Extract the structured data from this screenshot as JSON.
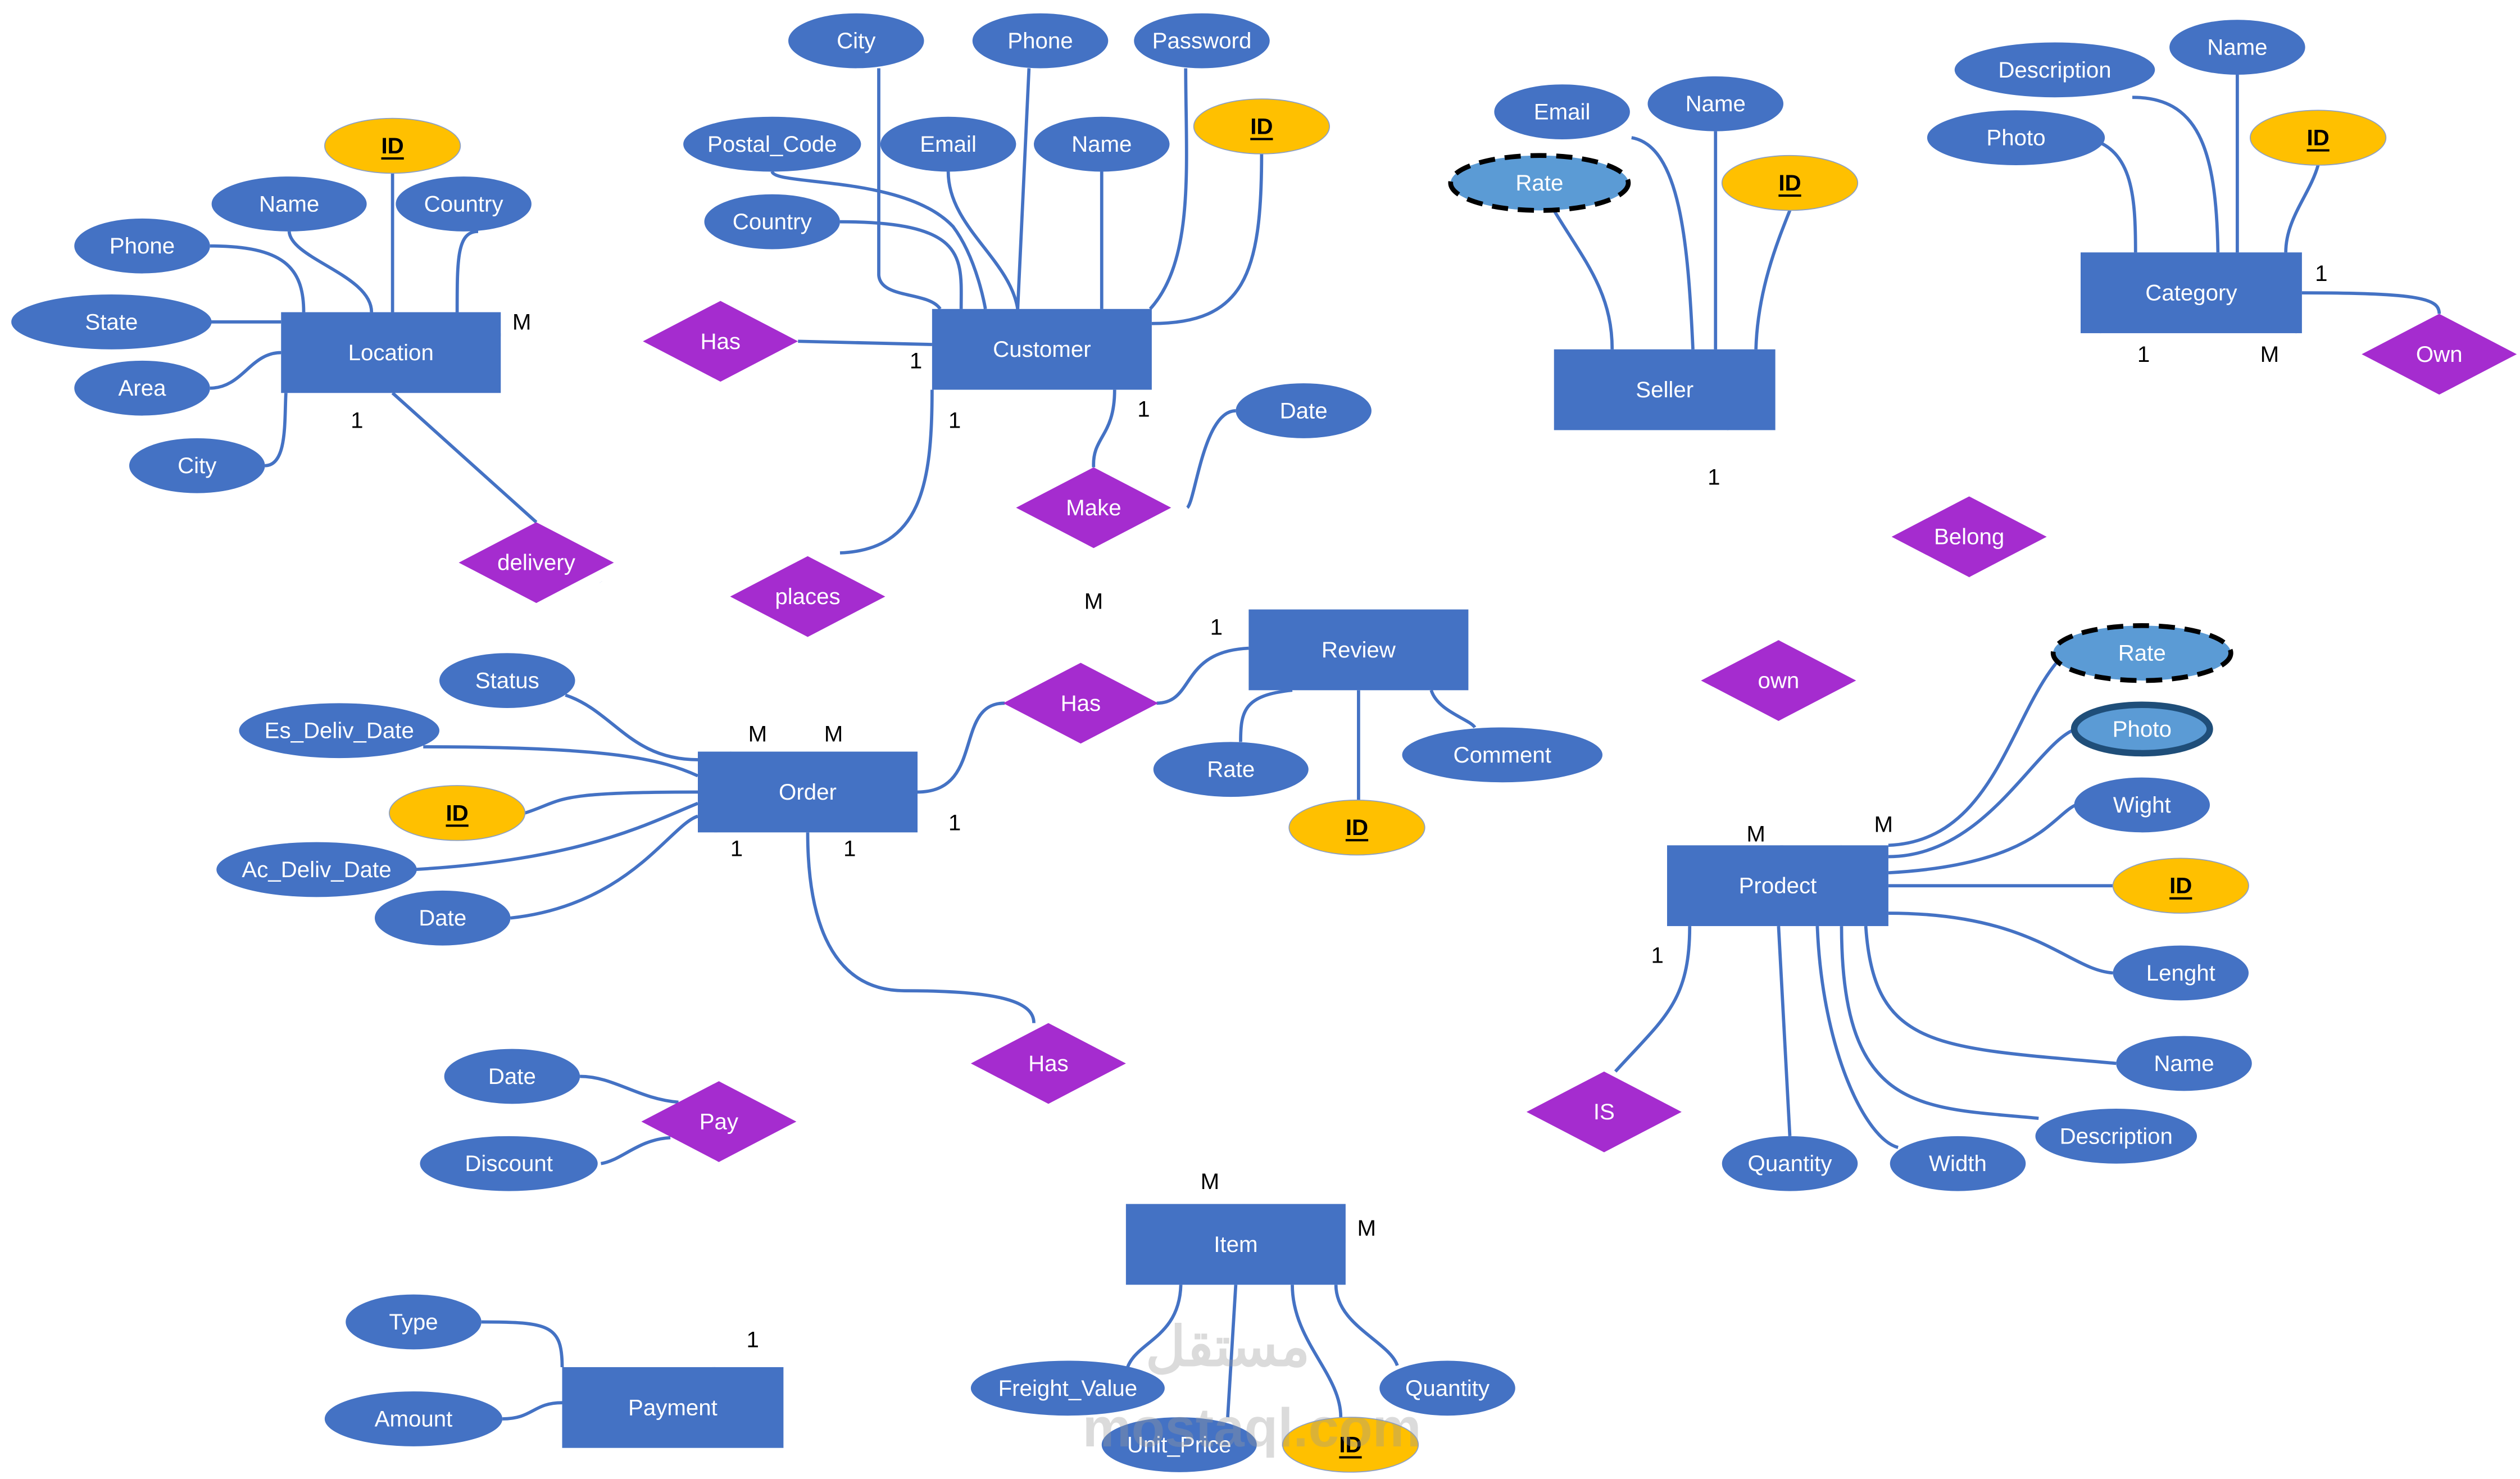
{
  "diagram": {
    "title": "E-commerce ER Diagram",
    "colors": {
      "entity": "#4472c4",
      "attribute": "#4472c4",
      "key_attribute": "#ffc000",
      "derived_attribute": "#5b9bd5",
      "multivalued_border": "#1f4e79",
      "relationship": "#a52ccf",
      "line": "#4472c4",
      "text": "#ffffff"
    },
    "watermark": {
      "line1": "مستقل",
      "line2": "mostaql.com"
    },
    "entities": [
      {
        "id": "location",
        "label": "Location"
      },
      {
        "id": "customer",
        "label": "Customer"
      },
      {
        "id": "seller",
        "label": "Seller"
      },
      {
        "id": "category",
        "label": "Category"
      },
      {
        "id": "order",
        "label": "Order"
      },
      {
        "id": "review",
        "label": "Review"
      },
      {
        "id": "product",
        "label": "Prodect"
      },
      {
        "id": "payment",
        "label": "Payment"
      },
      {
        "id": "item",
        "label": "Item"
      }
    ],
    "relationships": [
      {
        "id": "has_loc_cust",
        "label": "Has"
      },
      {
        "id": "delivery",
        "label": "delivery"
      },
      {
        "id": "places",
        "label": "places"
      },
      {
        "id": "make",
        "label": "Make"
      },
      {
        "id": "has_order_review",
        "label": "Has"
      },
      {
        "id": "has_order_item",
        "label": "Has"
      },
      {
        "id": "pay",
        "label": "Pay"
      },
      {
        "id": "is",
        "label": "IS"
      },
      {
        "id": "own_seller",
        "label": "own"
      },
      {
        "id": "belong",
        "label": "Belong"
      },
      {
        "id": "own_category",
        "label": "Own"
      }
    ],
    "attributes": [
      {
        "id": "loc_id",
        "label": "ID",
        "owner": "Location",
        "kind": "key"
      },
      {
        "id": "loc_name",
        "label": "Name",
        "owner": "Location",
        "kind": "simple"
      },
      {
        "id": "loc_country",
        "label": "Country",
        "owner": "Location",
        "kind": "simple"
      },
      {
        "id": "loc_phone",
        "label": "Phone",
        "owner": "Location",
        "kind": "simple"
      },
      {
        "id": "loc_state",
        "label": "State",
        "owner": "Location",
        "kind": "simple"
      },
      {
        "id": "loc_area",
        "label": "Area",
        "owner": "Location",
        "kind": "simple"
      },
      {
        "id": "loc_city",
        "label": "City",
        "owner": "Location",
        "kind": "simple"
      },
      {
        "id": "cus_city",
        "label": "City",
        "owner": "Customer",
        "kind": "simple"
      },
      {
        "id": "cus_phone",
        "label": "Phone",
        "owner": "Customer",
        "kind": "simple"
      },
      {
        "id": "cus_password",
        "label": "Password",
        "owner": "Customer",
        "kind": "simple"
      },
      {
        "id": "cus_postal",
        "label": "Postal_Code",
        "owner": "Customer",
        "kind": "simple"
      },
      {
        "id": "cus_email",
        "label": "Email",
        "owner": "Customer",
        "kind": "simple"
      },
      {
        "id": "cus_name",
        "label": "Name",
        "owner": "Customer",
        "kind": "simple"
      },
      {
        "id": "cus_id",
        "label": "ID",
        "owner": "Customer",
        "kind": "key"
      },
      {
        "id": "cus_country",
        "label": "Country",
        "owner": "Customer",
        "kind": "simple"
      },
      {
        "id": "sel_email",
        "label": "Email",
        "owner": "Seller",
        "kind": "simple"
      },
      {
        "id": "sel_name",
        "label": "Name",
        "owner": "Seller",
        "kind": "simple"
      },
      {
        "id": "sel_rate",
        "label": "Rate",
        "owner": "Seller",
        "kind": "derived"
      },
      {
        "id": "sel_id",
        "label": "ID",
        "owner": "Seller",
        "kind": "key"
      },
      {
        "id": "cat_desc",
        "label": "Description",
        "owner": "Category",
        "kind": "simple"
      },
      {
        "id": "cat_name",
        "label": "Name",
        "owner": "Category",
        "kind": "simple"
      },
      {
        "id": "cat_photo",
        "label": "Photo",
        "owner": "Category",
        "kind": "simple"
      },
      {
        "id": "cat_id",
        "label": "ID",
        "owner": "Category",
        "kind": "key"
      },
      {
        "id": "mk_date",
        "label": "Date",
        "owner": "Make",
        "kind": "simple"
      },
      {
        "id": "rev_rate",
        "label": "Rate",
        "owner": "Review",
        "kind": "simple"
      },
      {
        "id": "rev_id",
        "label": "ID",
        "owner": "Review",
        "kind": "key"
      },
      {
        "id": "rev_comment",
        "label": "Comment",
        "owner": "Review",
        "kind": "simple"
      },
      {
        "id": "ord_status",
        "label": "Status",
        "owner": "Order",
        "kind": "simple"
      },
      {
        "id": "ord_es",
        "label": "Es_Deliv_Date",
        "owner": "Order",
        "kind": "simple"
      },
      {
        "id": "ord_id",
        "label": "ID",
        "owner": "Order",
        "kind": "key"
      },
      {
        "id": "ord_ac",
        "label": "Ac_Deliv_Date",
        "owner": "Order",
        "kind": "simple"
      },
      {
        "id": "ord_date",
        "label": "Date",
        "owner": "Order",
        "kind": "simple"
      },
      {
        "id": "pay_date",
        "label": "Date",
        "owner": "Pay",
        "kind": "simple"
      },
      {
        "id": "pay_discount",
        "label": "Discount",
        "owner": "Pay",
        "kind": "simple"
      },
      {
        "id": "pmt_type",
        "label": "Type",
        "owner": "Payment",
        "kind": "simple"
      },
      {
        "id": "pmt_amount",
        "label": "Amount",
        "owner": "Payment",
        "kind": "simple"
      },
      {
        "id": "itm_freight",
        "label": "Freight_Value",
        "owner": "Item",
        "kind": "simple"
      },
      {
        "id": "itm_unit",
        "label": "Unit_Price",
        "owner": "Item",
        "kind": "simple"
      },
      {
        "id": "itm_id",
        "label": "ID",
        "owner": "Item",
        "kind": "key"
      },
      {
        "id": "itm_qty",
        "label": "Quantity",
        "owner": "Item",
        "kind": "simple"
      },
      {
        "id": "prd_rate",
        "label": "Rate",
        "owner": "Prodect",
        "kind": "derived"
      },
      {
        "id": "prd_photo",
        "label": "Photo",
        "owner": "Prodect",
        "kind": "multivalued"
      },
      {
        "id": "prd_wight",
        "label": "Wight",
        "owner": "Prodect",
        "kind": "simple"
      },
      {
        "id": "prd_id",
        "label": "ID",
        "owner": "Prodect",
        "kind": "key"
      },
      {
        "id": "prd_lenght",
        "label": "Lenght",
        "owner": "Prodect",
        "kind": "simple"
      },
      {
        "id": "prd_name",
        "label": "Name",
        "owner": "Prodect",
        "kind": "simple"
      },
      {
        "id": "prd_desc",
        "label": "Description",
        "owner": "Prodect",
        "kind": "simple"
      },
      {
        "id": "prd_width",
        "label": "Width",
        "owner": "Prodect",
        "kind": "simple"
      },
      {
        "id": "prd_qty",
        "label": "Quantity",
        "owner": "Prodect",
        "kind": "simple"
      }
    ],
    "cardinalities": [
      {
        "id": "c_loc_has",
        "text": "M"
      },
      {
        "id": "c_cust_has",
        "text": "1"
      },
      {
        "id": "c_loc_delivery",
        "text": "1"
      },
      {
        "id": "c_cust_places",
        "text": "1"
      },
      {
        "id": "c_cust_make",
        "text": "1"
      },
      {
        "id": "c_make_review",
        "text": "M"
      },
      {
        "id": "c_review_has",
        "text": "1"
      },
      {
        "id": "c_order_delivery",
        "text": "M"
      },
      {
        "id": "c_order_places",
        "text": "M"
      },
      {
        "id": "c_order_has_review",
        "text": "1"
      },
      {
        "id": "c_order_pay",
        "text": "1"
      },
      {
        "id": "c_order_item",
        "text": "1"
      },
      {
        "id": "c_payment_pay",
        "text": "1"
      },
      {
        "id": "c_item_has",
        "text": "M"
      },
      {
        "id": "c_item_is",
        "text": "M"
      },
      {
        "id": "c_product_is",
        "text": "1"
      },
      {
        "id": "c_seller_own",
        "text": "1"
      },
      {
        "id": "c_product_own",
        "text": "M"
      },
      {
        "id": "c_product_belong",
        "text": "M"
      },
      {
        "id": "c_category_belong",
        "text": "1"
      },
      {
        "id": "c_category_own_1",
        "text": "1"
      },
      {
        "id": "c_category_own_m",
        "text": "M"
      }
    ]
  }
}
